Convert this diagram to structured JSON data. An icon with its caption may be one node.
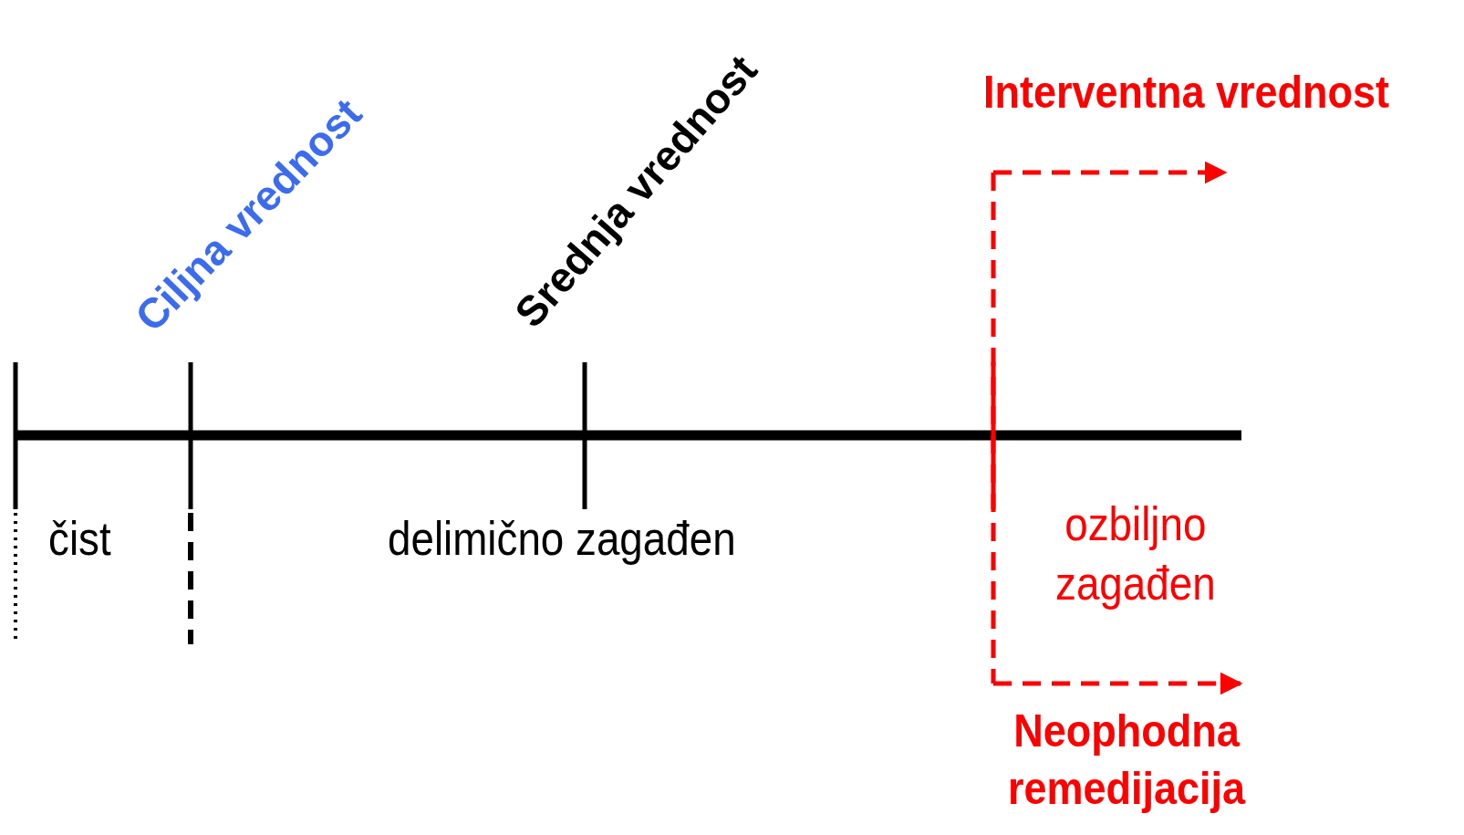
{
  "diagram": {
    "labels": [
      "Ciljna vrednost",
      "Srednja vrednost",
      "Interventna vrednost",
      "čist",
      "delimično zagađen",
      "ozbiljno zagađen",
      "Neophodna remedijacija"
    ]
  }
}
